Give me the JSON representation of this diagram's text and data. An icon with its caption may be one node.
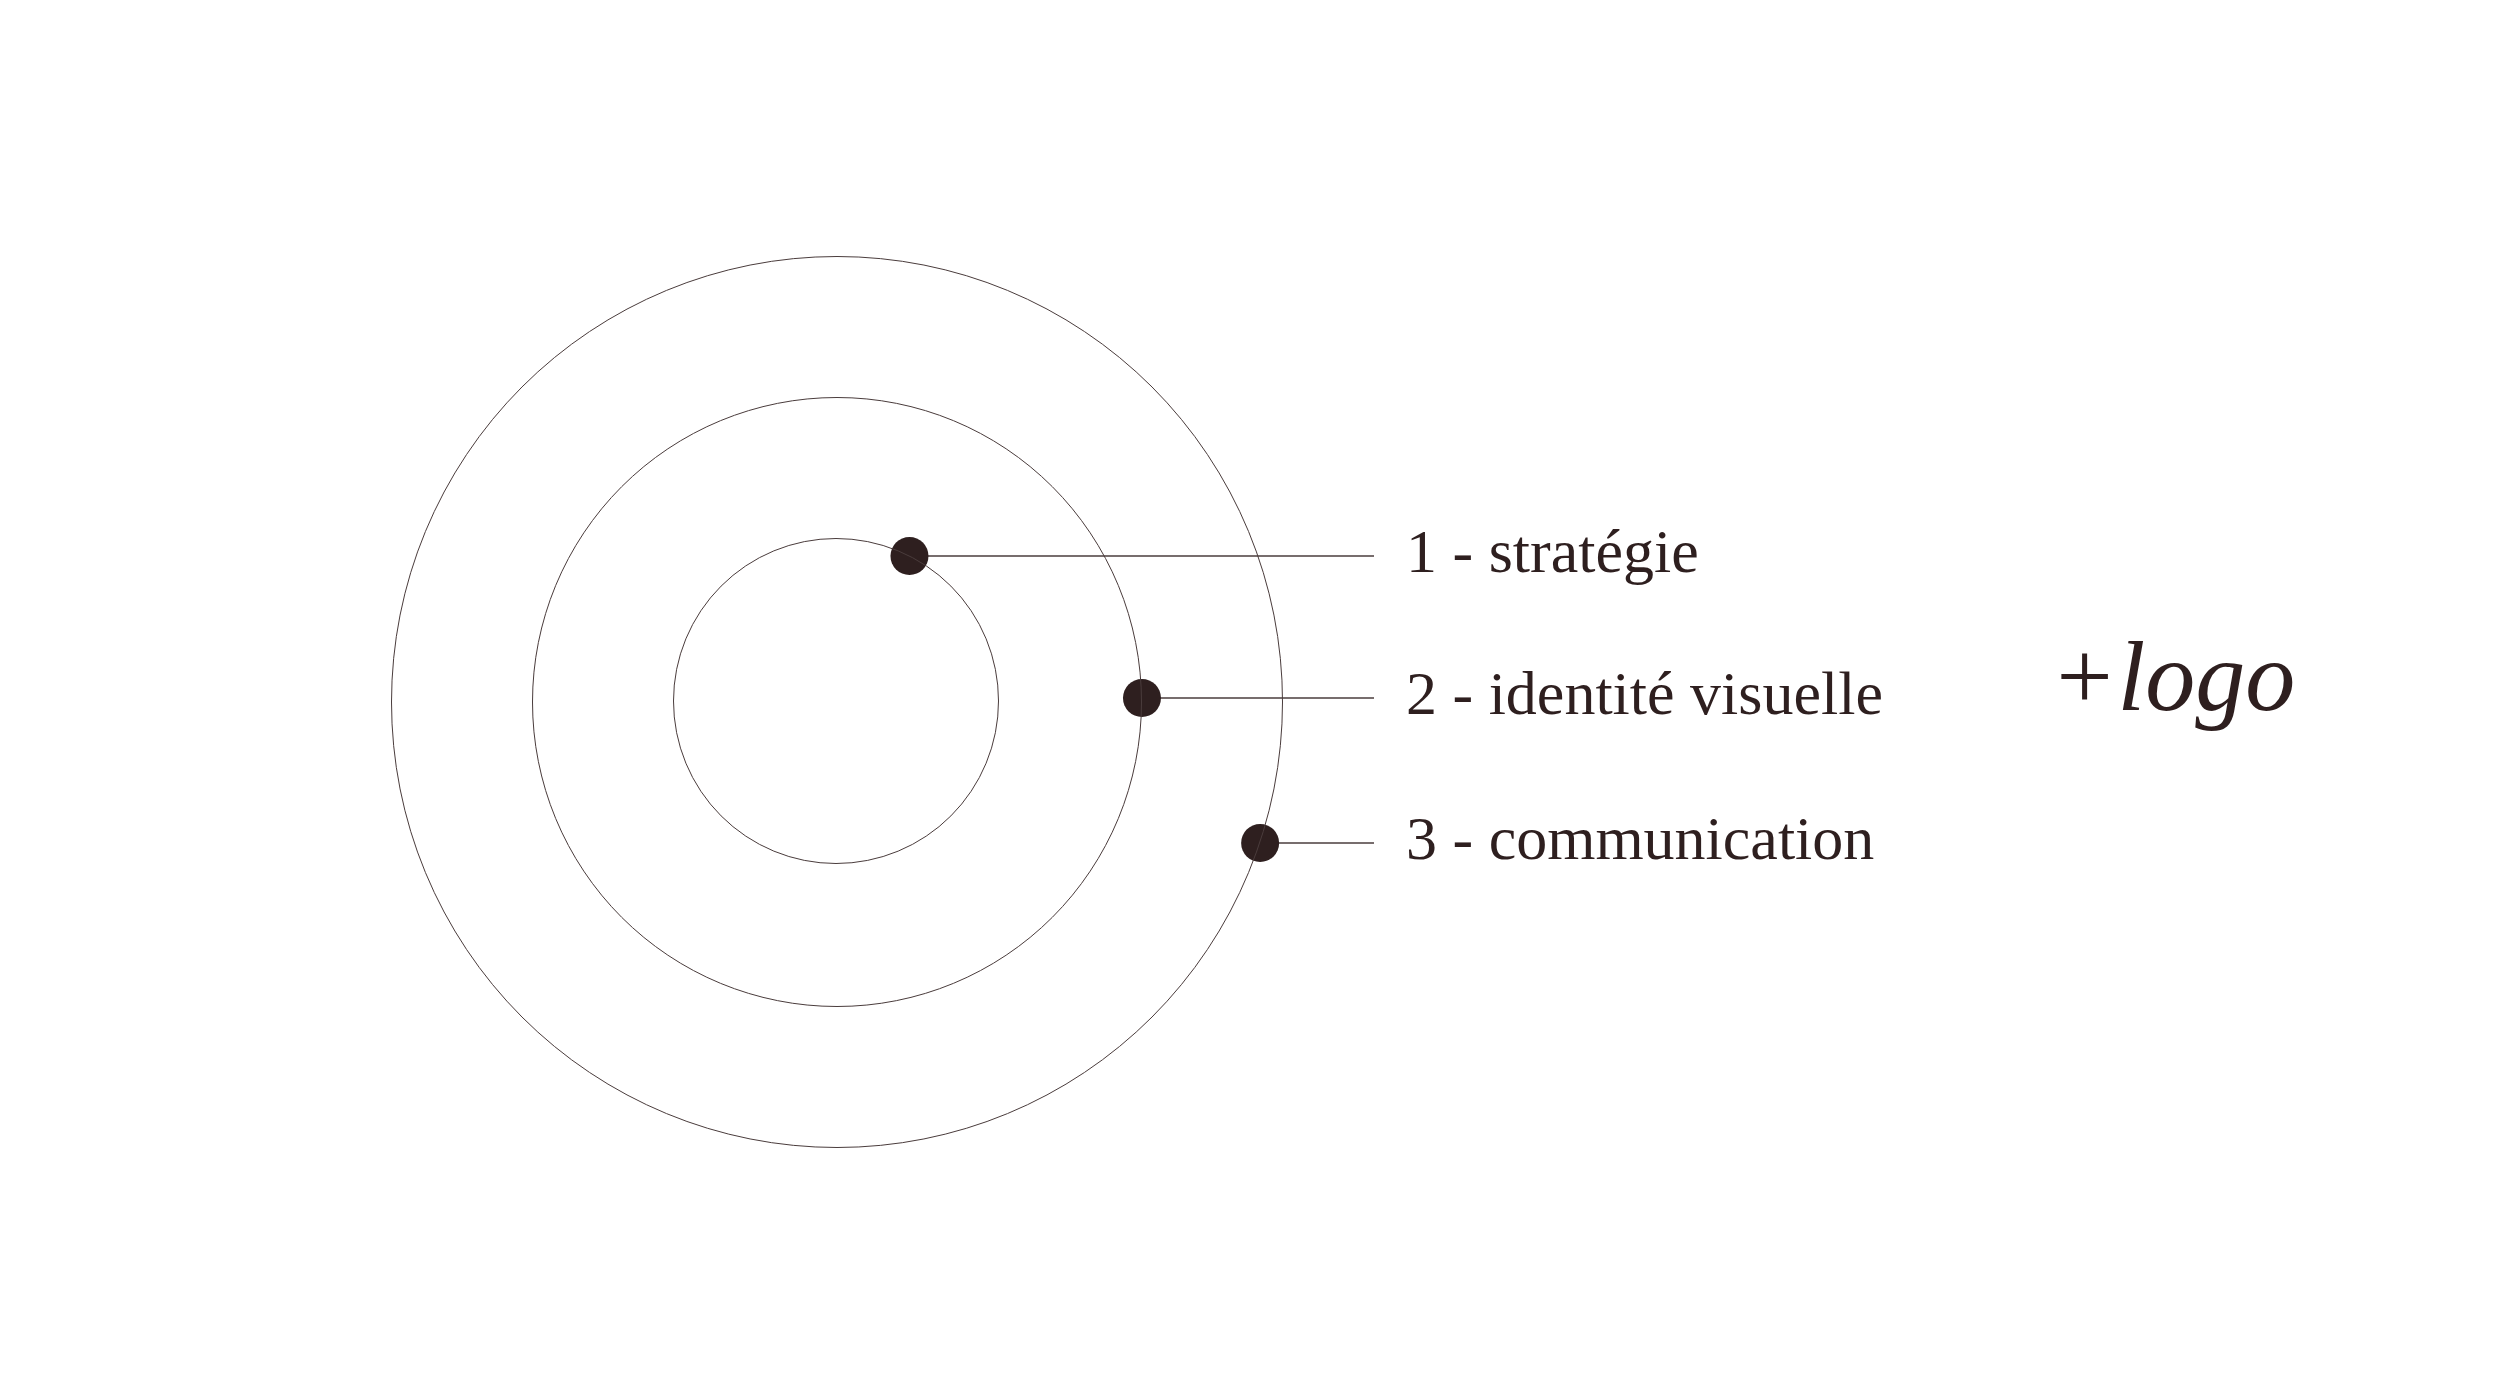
{
  "diagram": {
    "nodes": [
      {
        "text": [],
        "shape": "circle"
      },
      {
        "text": [],
        "shape": "circle",
        "in": 0
      },
      {
        "text": [],
        "shape": "circle",
        "in": 1
      },
      {
        "text": [
          "1 - stratégie"
        ]
      },
      {
        "text": [
          "2 - identité visuelle"
        ]
      },
      {
        "text": [
          "3 - communication"
        ]
      }
    ],
    "edges": [
      {
        "from": 3,
        "to": 2,
        "arrow": "other"
      },
      {
        "from": 4,
        "to": 1,
        "arrow": "other"
      },
      {
        "from": 5,
        "to": 0,
        "arrow": "other"
      }
    ],
    "labels": [
      "+logo"
    ]
  }
}
